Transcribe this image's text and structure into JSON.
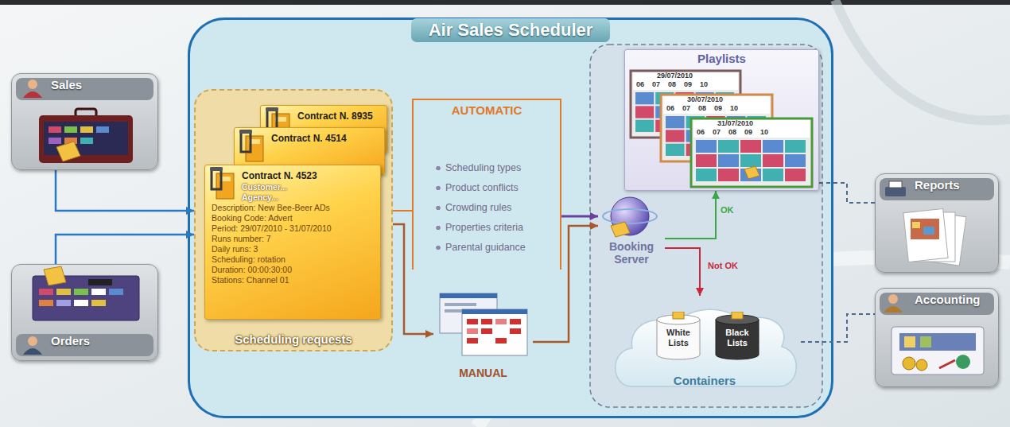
{
  "diagram": {
    "nodes": [
      {
        "text": [
          "Sales"
        ]
      },
      {
        "text": [
          "Orders"
        ]
      },
      {
        "text": [
          "Air Sales Scheduler"
        ]
      },
      {
        "text": [
          "Scheduling requests"
        ],
        "in": 2
      },
      {
        "text": [
          "Contract N. 8935"
        ],
        "in": 3
      },
      {
        "text": [
          "Contract N. 4514"
        ],
        "in": 3
      },
      {
        "text": [
          "Contract N. 4523",
          "Customer...",
          "Agency...",
          "Description: New Bee-Beer ADs",
          "Booking Code: Advert",
          "Period: 29/07/2010 - 31/07/2010",
          "Runs number: 7",
          "Daily runs: 3",
          "Scheduling: rotation",
          "Duration: 00:00:30:00",
          "Stations: Channel 01"
        ],
        "in": 3
      },
      {
        "text": [
          "AUTOMATIC",
          "Scheduling types",
          "Product conflicts",
          "Crowding rules",
          "Properties criteria",
          "Parental guidance"
        ],
        "in": 2
      },
      {
        "text": [
          "MANUAL"
        ],
        "in": 2
      },
      {
        "text": [
          "Playlists"
        ],
        "in": 2
      },
      {
        "text": [
          "Booking Server"
        ],
        "in": 2
      },
      {
        "text": [
          "Containers"
        ],
        "in": 2
      },
      {
        "text": [
          "White Lists"
        ],
        "in": 11
      },
      {
        "text": [
          "Black Lists"
        ],
        "in": 11
      },
      {
        "text": [
          "Reports"
        ]
      },
      {
        "text": [
          "Accounting"
        ]
      }
    ],
    "edges": [
      {
        "from": 0,
        "to": 3,
        "arrow": "to"
      },
      {
        "from": 1,
        "to": 3,
        "arrow": "to"
      },
      {
        "from": 3,
        "to": 7,
        "arrow": "none"
      },
      {
        "from": 3,
        "to": 8,
        "arrow": "to"
      },
      {
        "from": 7,
        "to": 10,
        "arrow": "to"
      },
      {
        "from": 8,
        "to": 10,
        "arrow": "to"
      },
      {
        "from": 10,
        "to": 9,
        "label": "OK",
        "arrow": "to"
      },
      {
        "from": 10,
        "to": 11,
        "label": "Not OK",
        "arrow": "to"
      },
      {
        "from": 9,
        "to": 14,
        "arrow": "none"
      },
      {
        "from": 11,
        "to": 15,
        "arrow": "none"
      }
    ],
    "labels": [
      "29/07/2010",
      "06",
      "07",
      "08",
      "09",
      "10",
      "30/07/2010",
      "06",
      "07",
      "08",
      "09",
      "10",
      "31/07/2010",
      "06",
      "07",
      "08",
      "09",
      "10"
    ]
  }
}
